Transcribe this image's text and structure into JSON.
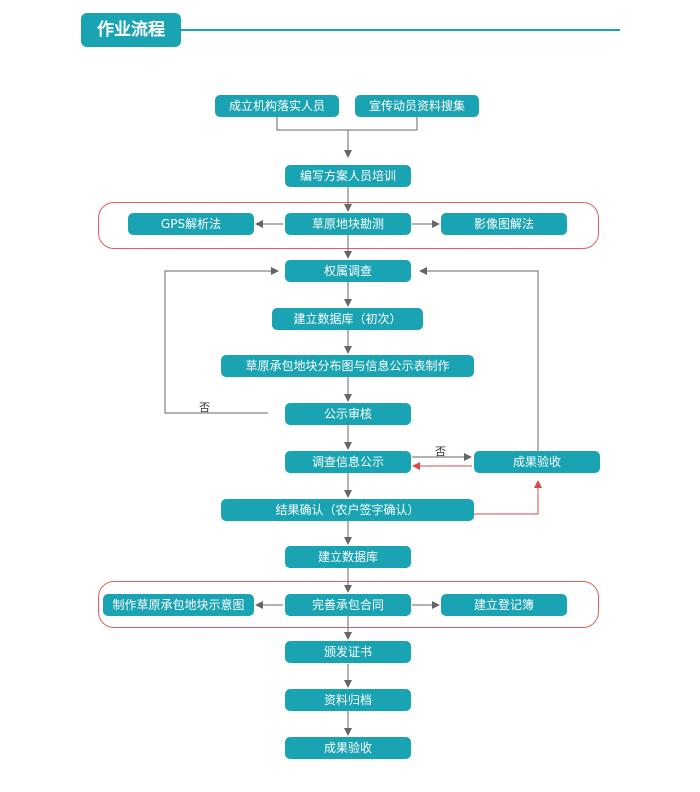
{
  "header": {
    "title": "作业流程"
  },
  "colors": {
    "accent": "#1aa3b3",
    "group_border": "#e06060",
    "arrow": "#666666",
    "feedback_arrow": "#d94b4b"
  },
  "nodes": {
    "n1": "成立机构落实人员",
    "n2": "宣传动员资料搜集",
    "n3": "编写方案人员培训",
    "n4": "GPS解析法",
    "n5": "草原地块勘测",
    "n6": "影像图解法",
    "n7": "权属调查",
    "n8": "建立数据库（初次）",
    "n9": "草原承包地块分布图与信息公示表制作",
    "n10": "公示审核",
    "n11": "调查信息公示",
    "n12": "成果验收",
    "n13": "结果确认（农户签字确认）",
    "n14": "建立数据库",
    "n15": "制作草原承包地块示意图",
    "n16": "完善承包合同",
    "n17": "建立登记簿",
    "n18": "颁发证书",
    "n19": "资料归档",
    "n20": "成果验收"
  },
  "labels": {
    "no1": "否",
    "no2": "否"
  }
}
